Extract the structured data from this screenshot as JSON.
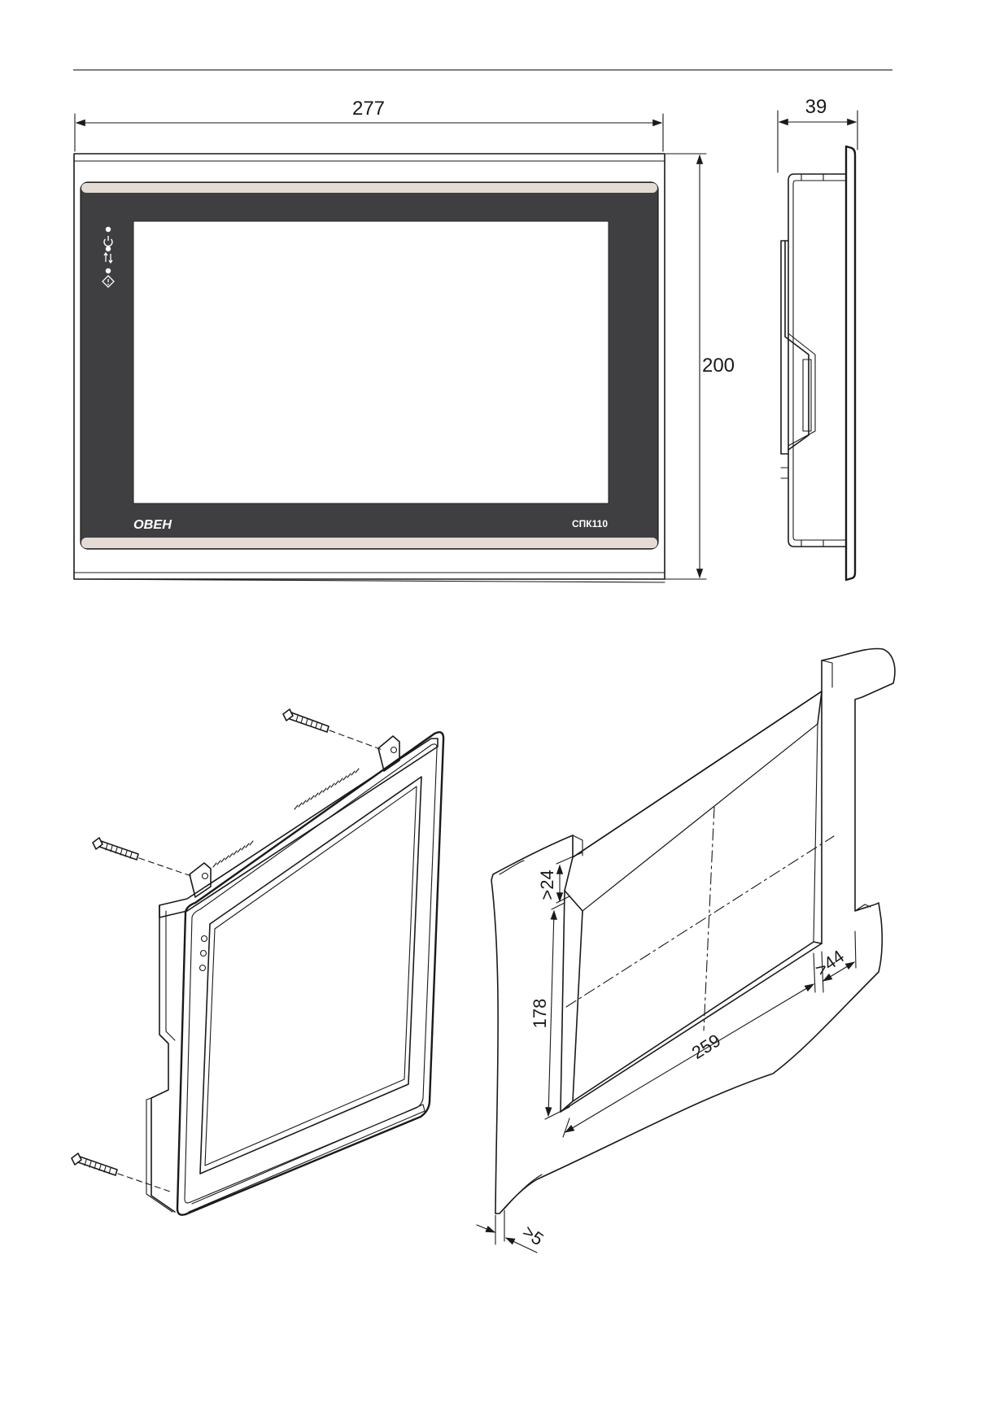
{
  "front_view": {
    "width_dim": "277",
    "height_dim": "200",
    "brand_logo": "ОВЕН",
    "model_label": "СПК110",
    "bezel_color": "#3f3f42",
    "strip_color": "#e4dcd4"
  },
  "side_view": {
    "depth_dim": "39"
  },
  "cutout_view": {
    "dim_top_margin": ">24",
    "dim_height": "178",
    "dim_width": "259",
    "dim_side_margin": ">44",
    "dim_thickness": ">5"
  }
}
